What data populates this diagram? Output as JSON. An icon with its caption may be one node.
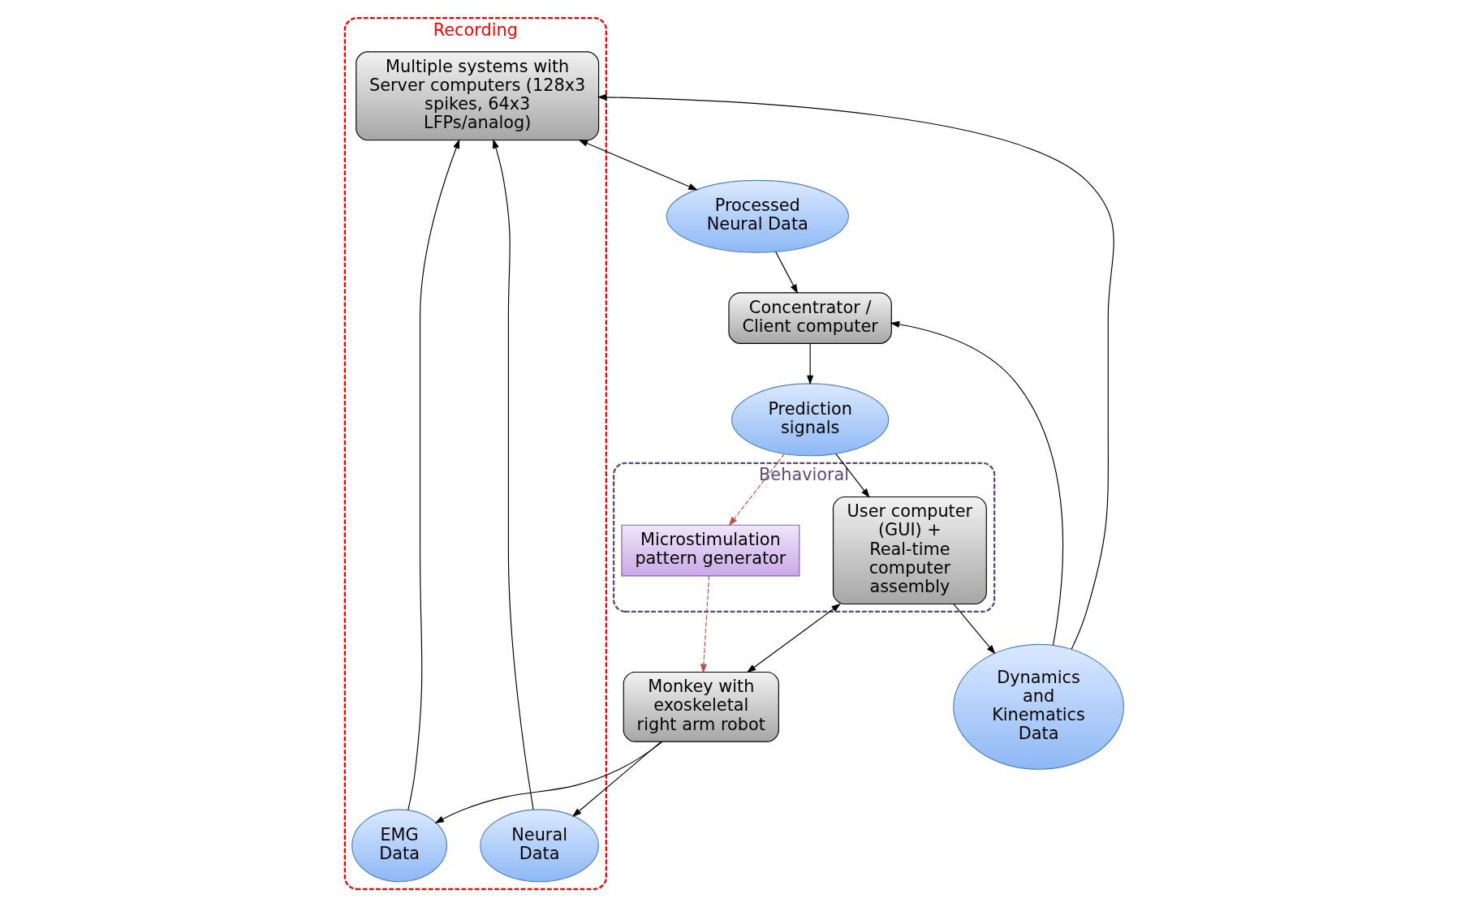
{
  "diagram": {
    "nodes": [
      {
        "text": [
          "Recording"
        ]
      },
      {
        "text": [
          "Concentrator / Client computer"
        ]
      },
      {
        "text": [
          "Processed Neural Data"
        ]
      },
      {
        "text": [
          "Multiple systems with Server computers (128x3 spikes, 64x3 LFPs/analog)"
        ],
        "in": 0
      },
      {
        "text": [
          "Prediction signals"
        ]
      },
      {
        "text": [
          "Dynamics and Kinematics Data"
        ]
      },
      {
        "text": [
          "EMG Data"
        ],
        "in": 0
      },
      {
        "text": [
          "Neural Data"
        ],
        "in": 0
      },
      {
        "text": [
          "Behavioral"
        ]
      },
      {
        "text": [
          "User computer (GUI) + Real-time computer assembly"
        ],
        "in": 8
      },
      {
        "text": [
          "Microstimulation pattern generator"
        ],
        "in": 8
      },
      {
        "text": [
          "Monkey with exoskeletal right arm robot"
        ]
      }
    ],
    "edges": [
      {
        "from": 2,
        "to": 1,
        "arrow": "to"
      },
      {
        "from": 5,
        "to": 1,
        "arrow": "to"
      },
      {
        "from": 3,
        "to": 2,
        "arrow": "both"
      },
      {
        "from": 5,
        "to": 3,
        "arrow": "to"
      },
      {
        "from": 1,
        "to": 4,
        "arrow": "to"
      },
      {
        "from": 4,
        "to": 9,
        "arrow": "to"
      },
      {
        "from": 9,
        "to": 5,
        "arrow": "to"
      },
      {
        "from": 6,
        "to": 3,
        "arrow": "to"
      },
      {
        "from": 7,
        "to": 3,
        "arrow": "to"
      },
      {
        "from": 11,
        "to": 6,
        "arrow": "to"
      },
      {
        "from": 11,
        "to": 7,
        "arrow": "to"
      },
      {
        "from": 9,
        "to": 11,
        "arrow": "both"
      },
      {
        "from": 4,
        "to": 10,
        "arrow": "to",
        "style": "dashed",
        "color": "#c0504d"
      },
      {
        "from": 10,
        "to": 11,
        "arrow": "to",
        "style": "dashed",
        "color": "#c0504d"
      }
    ]
  }
}
